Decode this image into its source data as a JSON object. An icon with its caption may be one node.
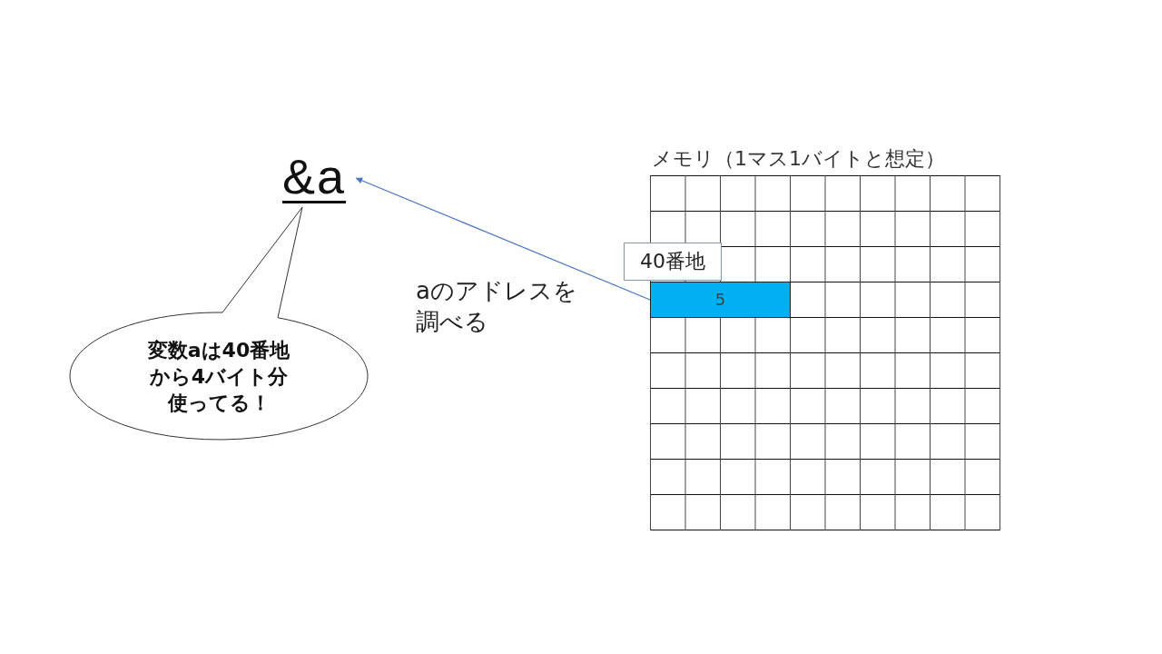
{
  "diagram": {
    "nodes": [
      {
        "text": [
          "&a"
        ]
      },
      {
        "text": [
          "変数aは40番地から4バイト分使ってる！"
        ]
      },
      {
        "text": [
          "メモリ（1マス1バイトと想定）"
        ]
      },
      {
        "text": [
          "5"
        ],
        "in": 2
      },
      {
        "text": [
          "40番地"
        ]
      }
    ],
    "edges": [
      {
        "from": 3,
        "to": 0,
        "arrow": "to",
        "label": "aのアドレスを調べる"
      }
    ]
  }
}
